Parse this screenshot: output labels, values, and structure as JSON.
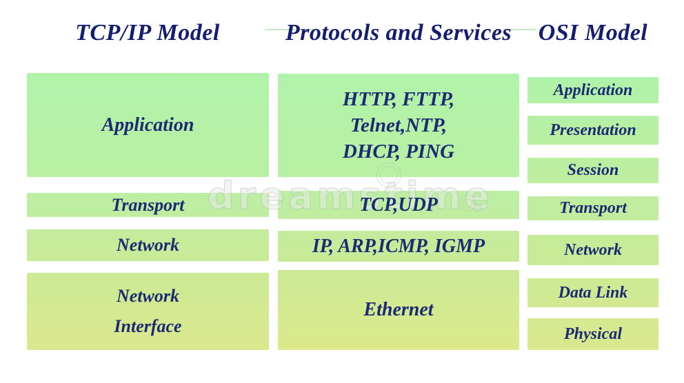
{
  "header": {
    "columns": [
      {
        "title": "TCP/IP Model"
      },
      {
        "title": "Protocols and Services"
      },
      {
        "title": "OSI Model"
      }
    ]
  },
  "tcpip_model": {
    "layers": [
      {
        "lines": [
          "Application"
        ]
      },
      {
        "lines": [
          "Transport"
        ]
      },
      {
        "lines": [
          "Network"
        ]
      },
      {
        "lines": [
          "Network",
          "Interface"
        ]
      }
    ]
  },
  "protocols": {
    "rows": [
      {
        "lines": [
          "HTTP, FTTP,",
          "Telnet,NTP,",
          "DHCP, PING"
        ]
      },
      {
        "lines": [
          "TCP,UDP"
        ]
      },
      {
        "lines": [
          "IP, ARP,ICMP, IGMP"
        ]
      },
      {
        "lines": [
          "Ethernet"
        ]
      }
    ]
  },
  "osi_model": {
    "layers": [
      {
        "label": "Application"
      },
      {
        "label": "Presentation"
      },
      {
        "label": "Session"
      },
      {
        "label": "Transport"
      },
      {
        "label": "Network"
      },
      {
        "label": "Data Link"
      },
      {
        "label": "Physical"
      }
    ]
  },
  "watermark": {
    "text": "dreamstime"
  },
  "colors": {
    "text_navy": "#1b2a72",
    "title_navy": "#141d70",
    "box_green_top": "#b1f3ab",
    "box_yellow_bottom": "#dce98c",
    "accent_line_green": "#c6eac4",
    "background": "#ffffff"
  }
}
